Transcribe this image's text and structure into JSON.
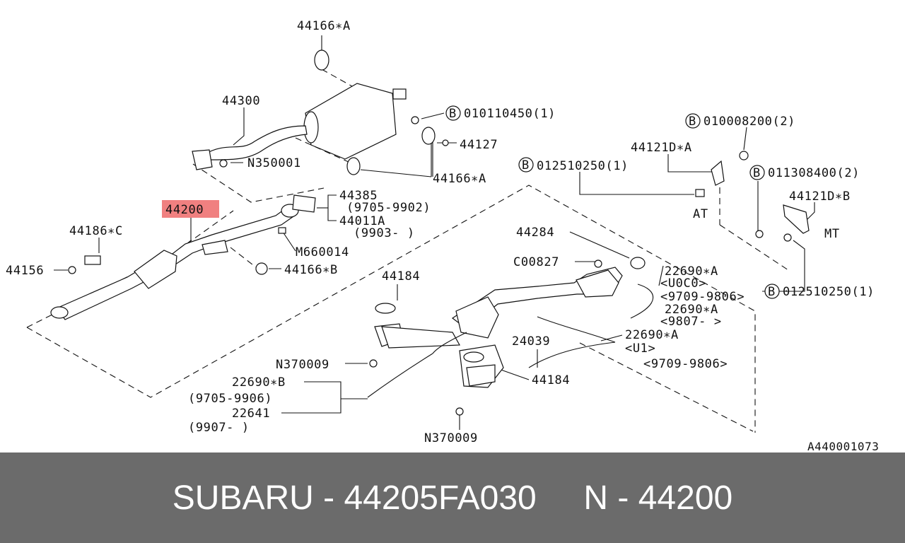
{
  "diagram": {
    "highlight_label": "44200",
    "figure_id": "A440001073",
    "labels": {
      "l44166A_top": "44166∗A",
      "l44300": "44300",
      "b010110450": "010110450(1)",
      "l44127": "44127",
      "n350001": "N350001",
      "l44166A_mid": "44166∗A",
      "l44385": "44385",
      "d9705_9902": "(9705-9902)",
      "l44011A": "44011A",
      "d9903": "(9903-   )",
      "m660014": "M660014",
      "l44166B": "44166∗B",
      "l44186C": "44186∗C",
      "l44156": "44156",
      "b010008200": "010008200(2)",
      "l44121DA": "44121D∗A",
      "b012510250_a": "012510250(1)",
      "b011308400": "011308400(2)",
      "l44121DB": "44121D∗B",
      "at": "AT",
      "mt": "MT",
      "l44284": "44284",
      "c00827": "C00827",
      "l22690A_1": "22690∗A",
      "u0c0": "<U0C0>",
      "d9709_9806_a": "<9709-9806>",
      "l22690A_2": "22690∗A",
      "d9807": "<9807-   >",
      "l44184_top": "44184",
      "l22690A_3": "22690∗A",
      "u1": "<U1>",
      "l24039": "24039",
      "d9709_9806_b": "<9709-9806>",
      "n370009_a": "N370009",
      "l44184_bot": "44184",
      "l22690B": "22690∗B",
      "d9705_9906": "(9705-9906)",
      "l22641": "22641",
      "d9907": "(9907-   )",
      "n370009_b": "N370009",
      "b012510250_b": "012510250(1)",
      "circle_b": "B"
    }
  },
  "footer": {
    "brand": "SUBARU",
    "sep1": " - ",
    "part_number": "44205FA030",
    "gap": "     ",
    "ref_prefix": "N",
    "sep2": " - ",
    "ref_number": "44200"
  }
}
